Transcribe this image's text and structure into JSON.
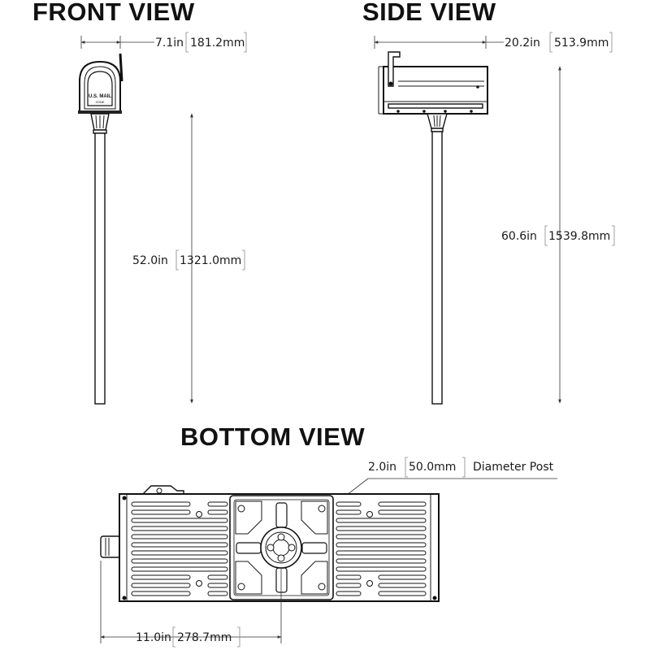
{
  "views": {
    "front": {
      "title": "FRONT VIEW",
      "width_in": "7.1in",
      "width_mm": "181.2mm",
      "height_in": "52.0in",
      "height_mm": "1321.0mm",
      "mailbox_label_1": "U.S. MAIL",
      "mailbox_label_2": "ZONE"
    },
    "side": {
      "title": "SIDE VIEW",
      "length_in": "20.2in",
      "length_mm": "513.9mm",
      "height_in": "60.6in",
      "height_mm": "1539.8mm"
    },
    "bottom": {
      "title": "BOTTOM VIEW",
      "post_in": "2.0in",
      "post_mm": "50.0mm",
      "post_label": "Diameter Post",
      "offset_in": "11.0in",
      "offset_mm": "278.7mm"
    }
  }
}
